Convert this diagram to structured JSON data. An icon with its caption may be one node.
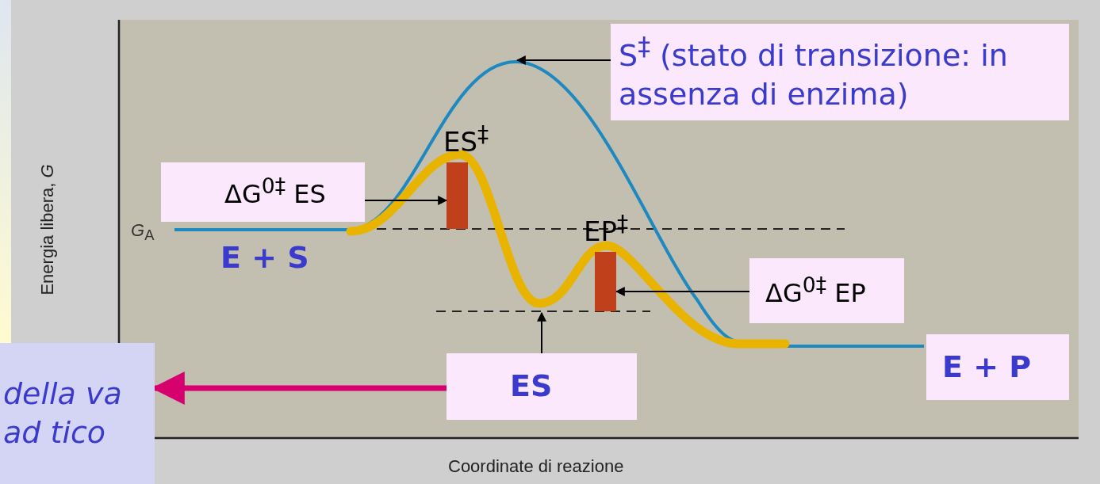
{
  "diagram": {
    "nodes": [
      {
        "text": [
          "S$^{‡}$ (stato di transizione: in assenza di enzima)"
        ]
      },
      {
        "text": [
          "ΔG$^{0‡}$ ES"
        ]
      },
      {
        "text": [],
        "shape": "bar",
        "beside": [
          "ES$^{‡}$"
        ]
      },
      {
        "text": [
          "ΔG$^{0‡}$ EP"
        ]
      },
      {
        "text": [],
        "shape": "bar",
        "beside": [
          "EP$^{‡}$"
        ]
      },
      {
        "text": [
          "ES"
        ]
      },
      {
        "text": [
          "della va ad tico"
        ]
      },
      {
        "text": [
          "E + P"
        ]
      }
    ],
    "edges": [
      {
        "from": 0,
        "to": null,
        "arrow": "to"
      },
      {
        "from": 1,
        "to": 2,
        "arrow": "to"
      },
      {
        "from": 3,
        "to": 4,
        "arrow": "to"
      },
      {
        "from": 5,
        "to": null,
        "arrow": "to"
      },
      {
        "from": 5,
        "to": 6,
        "arrow": "to",
        "style": "thick",
        "color": "#d6006e"
      }
    ],
    "labels": [
      "Energia libera, *G*",
      "*G*$_{A}$",
      "E + S",
      "Coordinate di reazione"
    ]
  }
}
